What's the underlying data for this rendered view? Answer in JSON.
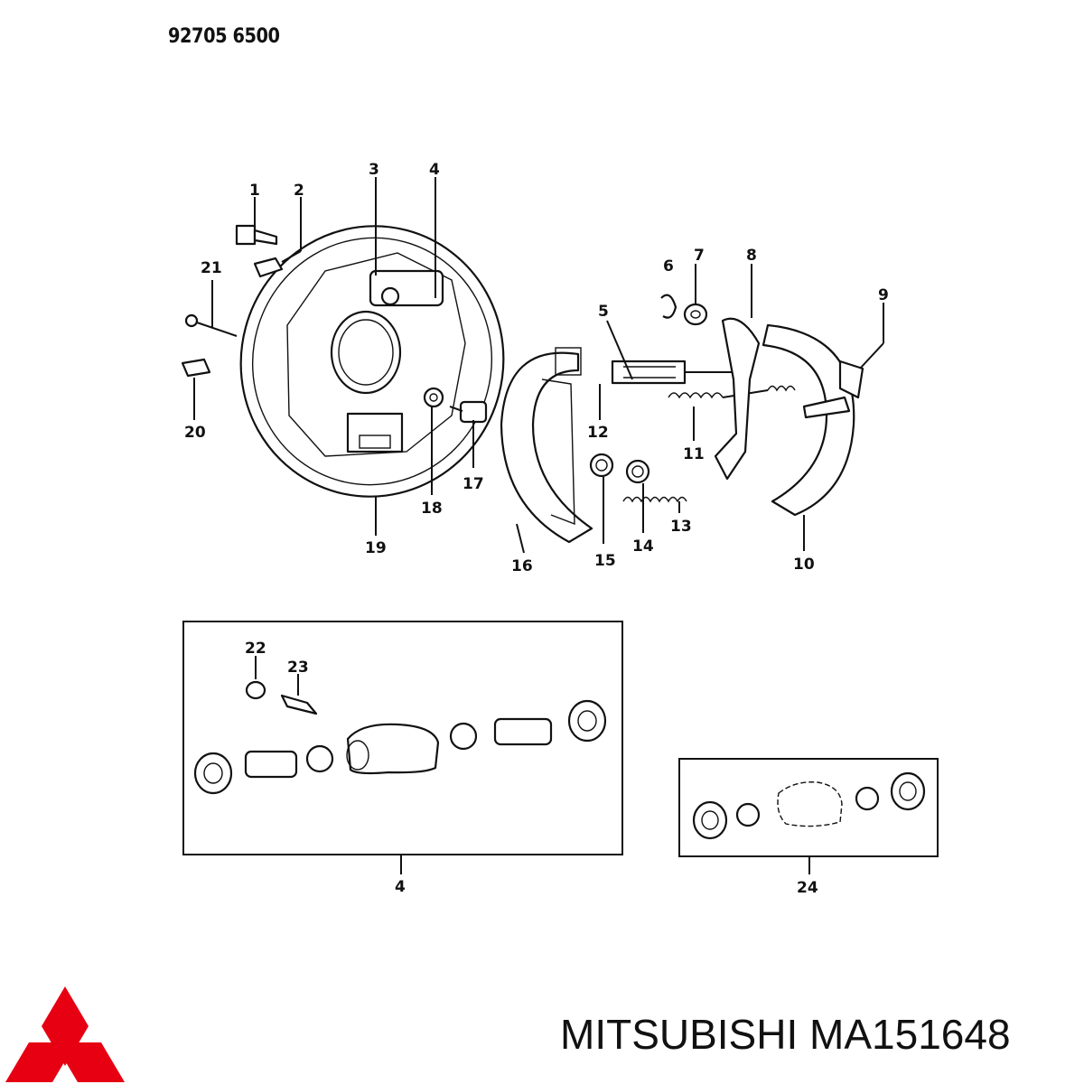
{
  "header": {
    "code": "92705 6500"
  },
  "callouts": {
    "c1": "1",
    "c2": "2",
    "c3": "3",
    "c4_top": "4",
    "c5": "5",
    "c6": "6",
    "c7": "7",
    "c8": "8",
    "c9": "9",
    "c10": "10",
    "c11": "11",
    "c12": "12",
    "c13": "13",
    "c14": "14",
    "c15": "15",
    "c16": "16",
    "c17": "17",
    "c18": "18",
    "c19": "19",
    "c20": "20",
    "c21": "21",
    "c22": "22",
    "c23": "23",
    "c4_box": "4",
    "c24": "24"
  },
  "footer": {
    "brand": "MITSUBISHI",
    "part_number": "MA151648"
  },
  "colors": {
    "logo_red": "#e60012",
    "ink": "#111111"
  }
}
